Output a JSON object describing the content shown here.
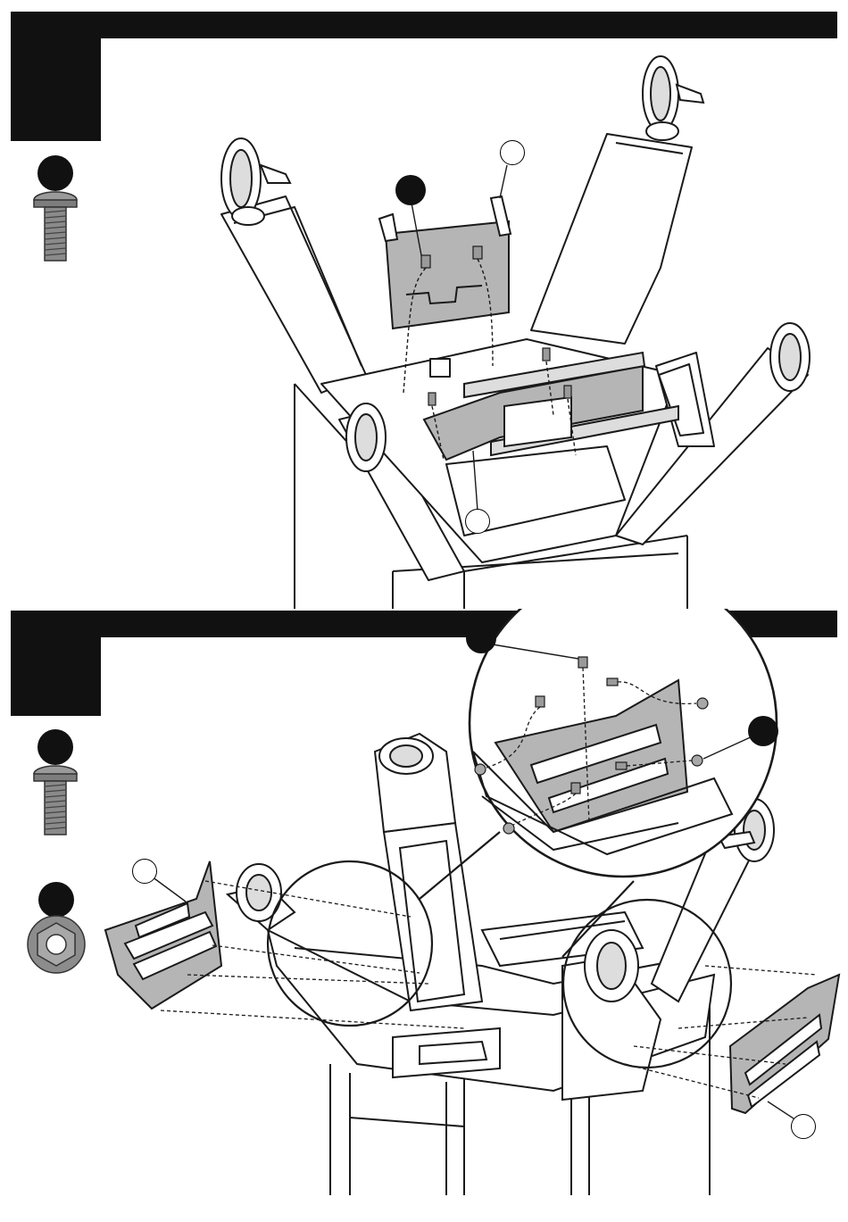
{
  "colors": {
    "banner": "#111111",
    "line": "#1a1a1a",
    "panel_fill": "#b5b5b5",
    "hardware_fill": "#8c8c8c",
    "page": "#ffffff"
  },
  "steps": [
    {
      "step_number": "",
      "hardware": [
        {
          "icon": "bolt-icon",
          "label": ""
        }
      ],
      "parts": [
        "bracket-callout",
        "plate-callout"
      ]
    },
    {
      "step_number": "",
      "hardware": [
        {
          "icon": "bolt-icon",
          "label": ""
        },
        {
          "icon": "flange-nut-icon",
          "label": ""
        }
      ],
      "parts": [
        "left-side-panel-callout",
        "right-side-panel-callout",
        "detail-zoom-callout"
      ]
    }
  ]
}
